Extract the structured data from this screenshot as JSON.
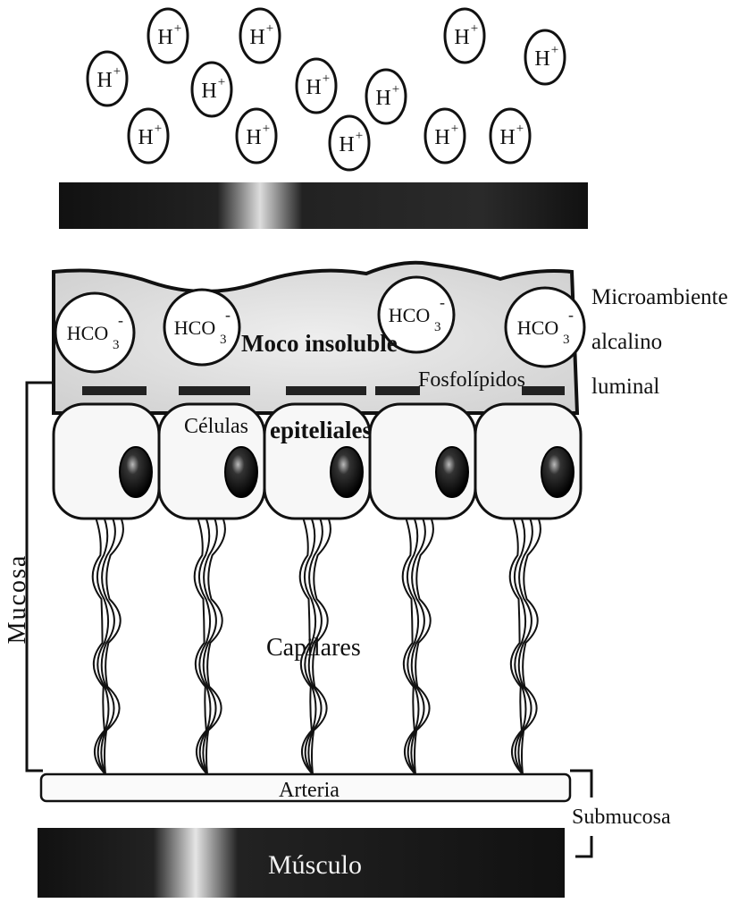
{
  "hydrogen_ion": {
    "symbol": "H",
    "charge": "+"
  },
  "bicarbonate_ion": {
    "formula": "HCO",
    "subscript": "3",
    "charge": "-"
  },
  "labels": {
    "mucus": "Moco insoluble",
    "phospholipids": "Fosfolípidos",
    "microenvironment_line1": "Microambiente",
    "microenvironment_line2": "alcalino",
    "microenvironment_line3": "luminal",
    "cells_word1": "Células",
    "cells_word2": "epiteliales",
    "mucosa": "Mucosa",
    "capillaries": "Capilares",
    "arteriole": "Arteria",
    "submucosa": "Submucosa",
    "muscle": "Músculo"
  },
  "colors": {
    "ink": "#111111",
    "paper": "#ffffff",
    "dark_band": "#1a1a1a"
  }
}
